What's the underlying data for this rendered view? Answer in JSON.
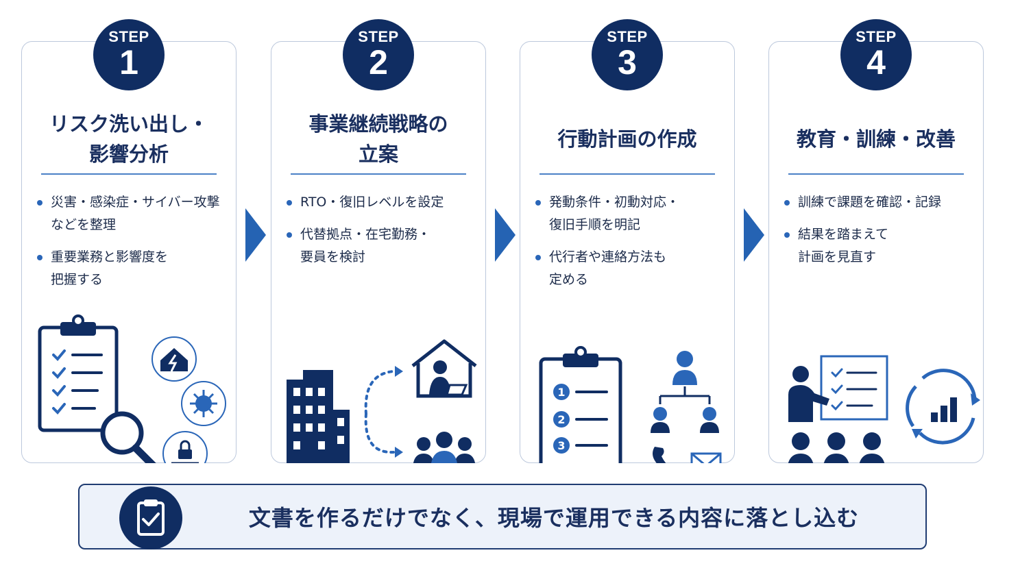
{
  "steps": [
    {
      "label": "STEP",
      "number": "1",
      "title": [
        "リスク洗い出し・",
        "影響分析"
      ],
      "bullets": [
        [
          "災害・感染症・サイバー攻撃",
          "などを整理"
        ],
        [
          "重要業務と影響度を",
          "把握する"
        ]
      ]
    },
    {
      "label": "STEP",
      "number": "2",
      "title": [
        "事業継続戦略の",
        "立案"
      ],
      "bullets": [
        [
          "RTO・復旧レベルを設定"
        ],
        [
          "代替拠点・在宅勤務・",
          "要員を検討"
        ]
      ]
    },
    {
      "label": "STEP",
      "number": "3",
      "title": [
        "行動計画の作成"
      ],
      "bullets": [
        [
          "発動条件・初動対応・",
          "復旧手順を明記"
        ],
        [
          "代行者や連絡方法も",
          "定める"
        ]
      ],
      "numbered_list": [
        "1",
        "2",
        "3"
      ]
    },
    {
      "label": "STEP",
      "number": "4",
      "title": [
        "教育・訓練・改善"
      ],
      "bullets": [
        [
          "訓練で課題を確認・記録"
        ],
        [
          "結果を踏まえて",
          "計画を見直す"
        ]
      ]
    }
  ],
  "banner": {
    "text": "文書を作るだけでなく、現場で運用できる内容に落とし込む"
  },
  "icons": {
    "step1": [
      "clipboard-checklist-icon",
      "magnifier-icon",
      "house-disaster-icon",
      "virus-icon",
      "laptop-lock-icon"
    ],
    "step2": [
      "office-building-icon",
      "dotted-arrow-icon",
      "home-work-icon",
      "team-icon"
    ],
    "step3": [
      "numbered-clipboard-icon",
      "org-chart-icon",
      "phone-icon",
      "mail-icon"
    ],
    "step4": [
      "presenter-icon",
      "whiteboard-checklist-icon",
      "cycle-chart-icon",
      "audience-icon"
    ],
    "banner": "clipboard-check-icon",
    "arrows": "chevron-right-icon"
  },
  "colors": {
    "navy": "#102d62",
    "accent": "#2a66b8",
    "border": "#bcc8dc",
    "banner_bg": "#edf2fa"
  }
}
